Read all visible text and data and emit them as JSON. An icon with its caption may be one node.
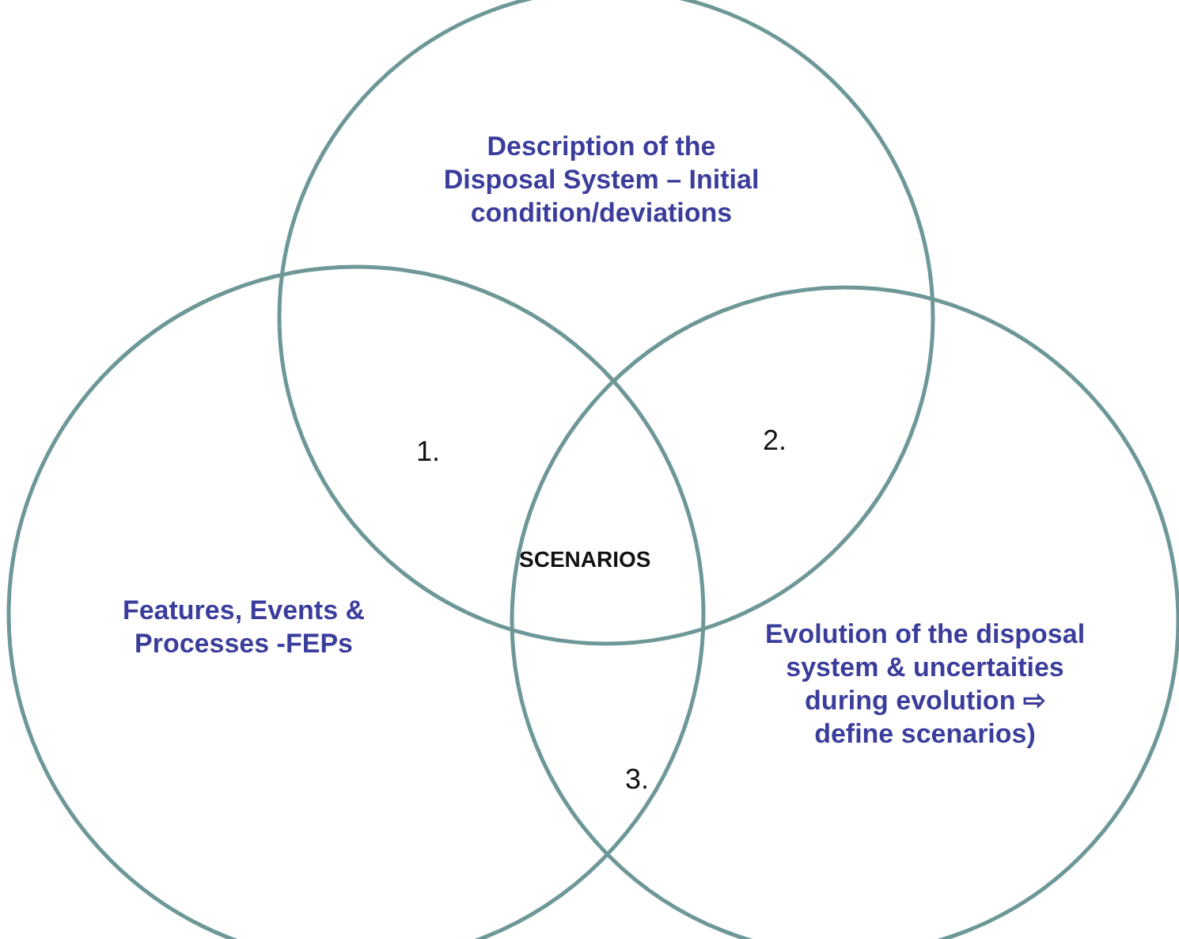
{
  "diagram": {
    "nodes": [
      {
        "text": [
          "Description of the Disposal System – Initial condition/deviations"
        ]
      },
      {
        "text": [
          "Features, Events & Processes -FEPs"
        ]
      },
      {
        "text": [
          "Evolution of the disposal system & uncertaities during evolution ⇨ define scenarios)"
        ]
      }
    ],
    "labels": [
      "1.",
      "2.",
      "SCENARIOS",
      "3."
    ]
  }
}
